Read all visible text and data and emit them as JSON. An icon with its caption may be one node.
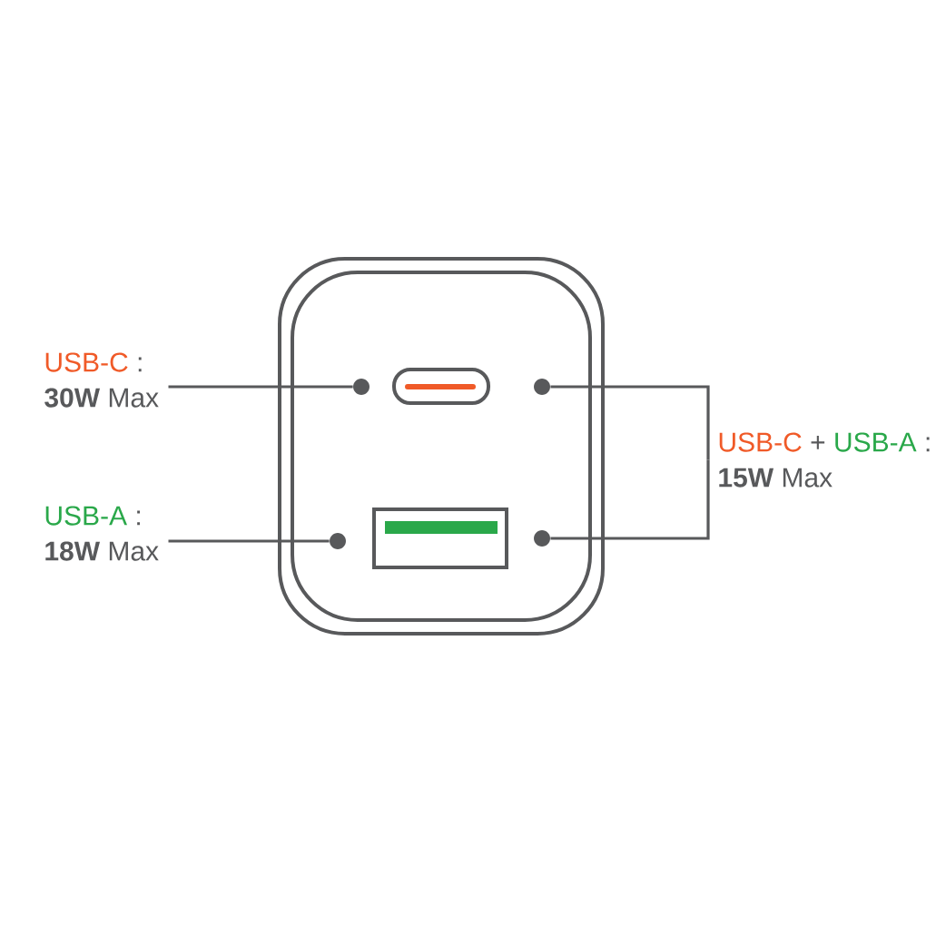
{
  "diagram": {
    "nodes": [
      {
        "text": [
          "USB-C",
          ":",
          "**30W** Max"
        ]
      },
      {
        "text": [],
        "shape": "circle"
      },
      {
        "text": [
          "USB-A",
          ":",
          "**18W** Max"
        ]
      },
      {
        "text": [],
        "shape": "circle"
      },
      {
        "text": [
          "USB-C",
          "+",
          "USB-A",
          ":",
          "**15W** Max"
        ]
      },
      {
        "text": [],
        "shape": "circle"
      },
      {
        "text": [],
        "shape": "circle"
      }
    ],
    "edges": [
      {
        "from": 0,
        "to": 1,
        "arrow": "none"
      },
      {
        "from": 2,
        "to": 3,
        "arrow": "none"
      },
      {
        "from": 4,
        "to": 5,
        "arrow": "none"
      },
      {
        "from": 4,
        "to": 6,
        "arrow": "none"
      }
    ]
  }
}
